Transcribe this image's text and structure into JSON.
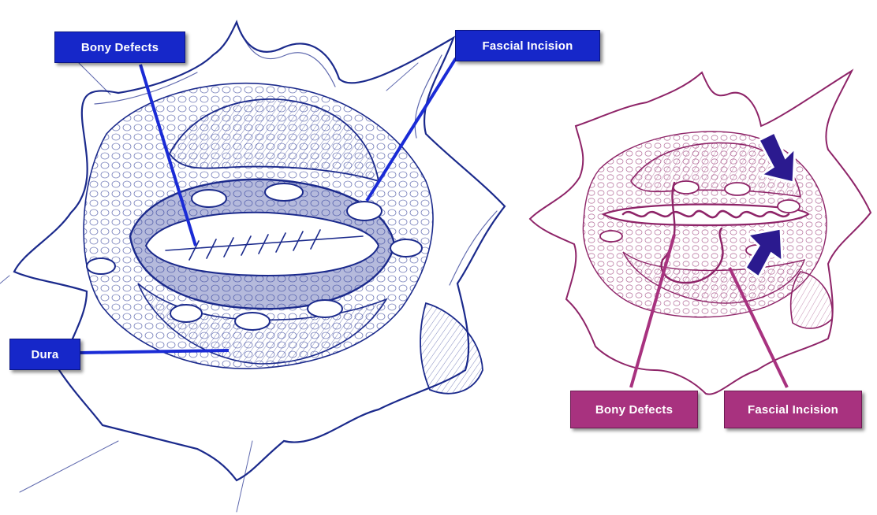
{
  "left_figure": {
    "labels": {
      "bony_defects": "Bony Defects",
      "fascial_incision": "Fascial Incision",
      "dura": "Dura"
    }
  },
  "right_figure": {
    "labels": {
      "bony_defects": "Bony Defects",
      "fascial_incision": "Fascial Incision"
    }
  },
  "colors": {
    "left_ink": "#1b2a8c",
    "left_label_bg": "#1627c9",
    "right_ink": "#8e2468",
    "right_label_bg": "#a8327f",
    "arrow_fill": "#2b1a8f"
  }
}
